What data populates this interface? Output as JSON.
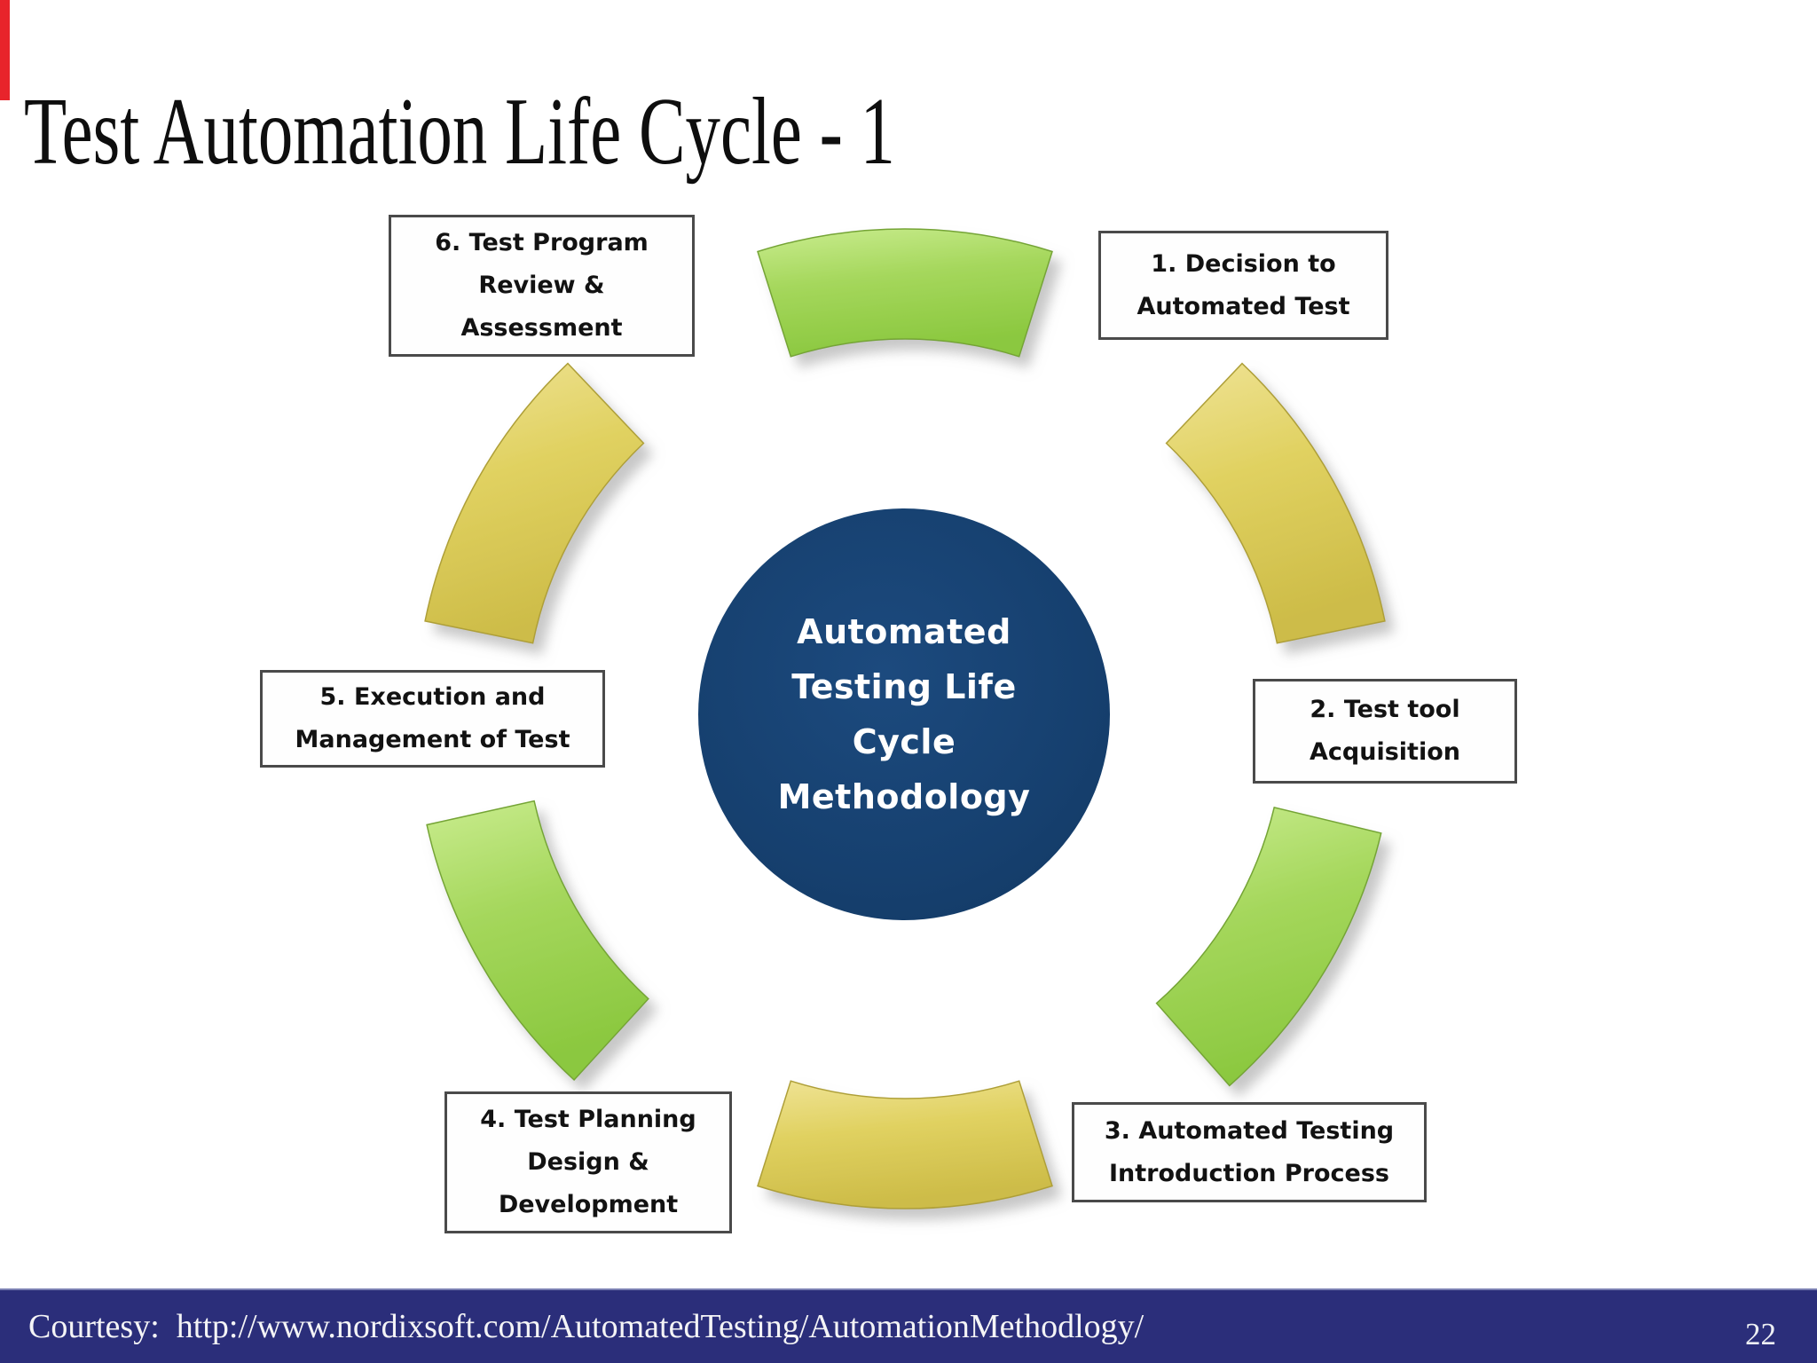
{
  "slide": {
    "title": "Test Automation Life Cycle - 1",
    "page_number": "22",
    "footer": {
      "text": "Courtesy:  http://www.nordixsoft.com/AutomatedTesting/AutomationMethodlogy/",
      "bar_color": "#2b2e7a"
    },
    "accent_bar_color": "#e8242b"
  },
  "diagram": {
    "center_circle": {
      "text": "Automated Testing Life Cycle Methodology",
      "lines": [
        "Automated",
        "Testing Life",
        "Cycle",
        "Methodology"
      ],
      "color": "#16406f"
    },
    "stages": [
      {
        "number": "1",
        "label": "1. Decision to Automated Test",
        "lines": [
          "1. Decision to",
          "Automated Test"
        ]
      },
      {
        "number": "2",
        "label": "2. Test tool Acquisition",
        "lines": [
          "2. Test tool",
          "Acquisition"
        ]
      },
      {
        "number": "3",
        "label": "3. Automated Testing Introduction Process",
        "lines": [
          "3. Automated Testing",
          "Introduction Process"
        ]
      },
      {
        "number": "4",
        "label": "4. Test Planning Design & Development",
        "lines": [
          "4. Test Planning",
          "Design &",
          "Development"
        ]
      },
      {
        "number": "5",
        "label": "5. Execution and Management of Test",
        "lines": [
          "5. Execution and",
          "Management of Test"
        ]
      },
      {
        "number": "6",
        "label": "6. Test Program Review & Assessment",
        "lines": [
          "6. Test Program",
          "Review &",
          "Assessment"
        ]
      }
    ],
    "arc_segments": [
      {
        "position": "top",
        "color": "green"
      },
      {
        "position": "upper-right",
        "color": "yellow"
      },
      {
        "position": "lower-right",
        "color": "green"
      },
      {
        "position": "bottom",
        "color": "yellow"
      },
      {
        "position": "lower-left",
        "color": "green"
      },
      {
        "position": "upper-left",
        "color": "yellow"
      }
    ],
    "arc_colors": {
      "green_light": "#c9ec8e",
      "green": "#a5d75c",
      "green_dark": "#8bc83f",
      "green_stroke": "#74a436",
      "yellow_light": "#efe395",
      "yellow": "#e0d160",
      "yellow_dark": "#cdbc48",
      "yellow_stroke": "#ae9f38"
    }
  }
}
